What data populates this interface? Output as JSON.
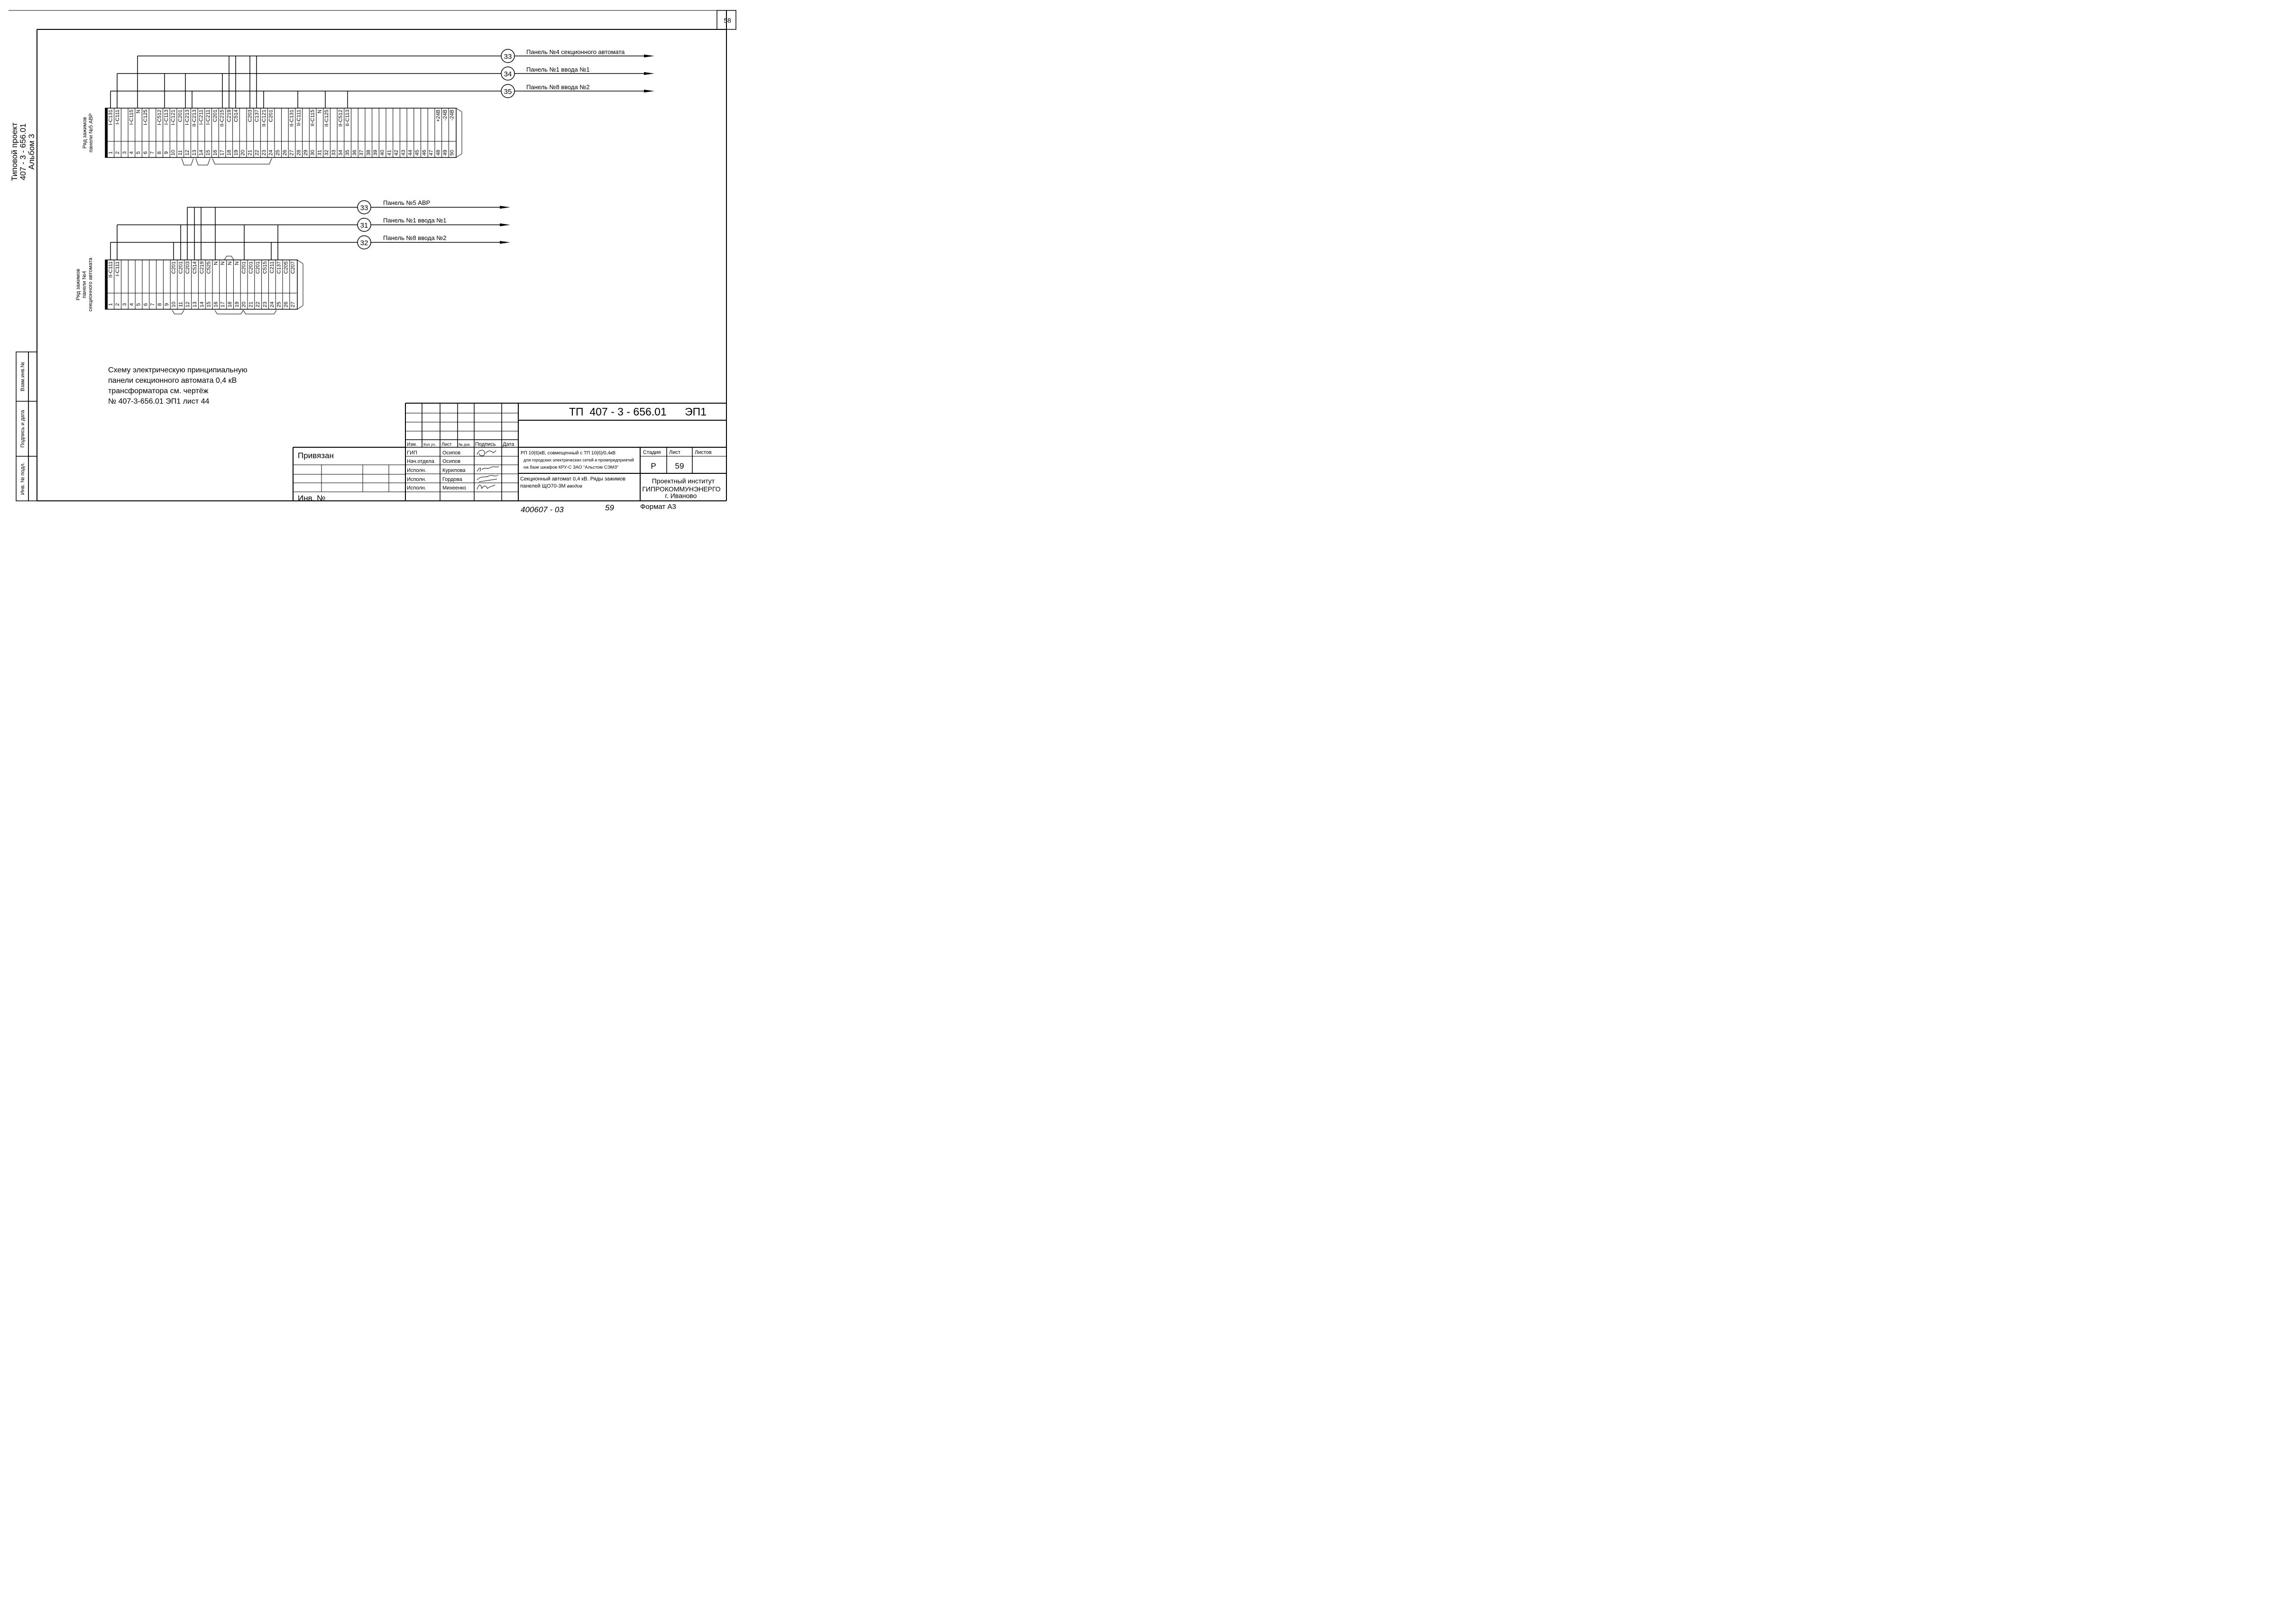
{
  "sheet_number": "58",
  "side_left": {
    "line1": "Типовой проект",
    "line2": "407 - 3 - 656.01",
    "line3": "Альбом 3"
  },
  "side_stamp": {
    "vzam": "Взам.инв.№",
    "podpis": "Подпись и дата",
    "inv": "Инв. № подл."
  },
  "block1": {
    "label_line1": "Ряд зажимов",
    "label_line2": "панели №5 АВР",
    "wires": [
      "I-С131",
      "I-С111",
      "",
      "I-С115",
      "N",
      "I-С125",
      "",
      "I-С512",
      "I-С113",
      "I-С121",
      "С201",
      "I-С213",
      "II-С213",
      "I-С211",
      "I-С211",
      "С201",
      "II-С215",
      "С219",
      "С514",
      "",
      "С203",
      "С137",
      "II-С121",
      "С201",
      "",
      "",
      "II-С131",
      "II-С111",
      "",
      "II-С115",
      "N",
      "II-С125",
      "",
      "II-С512",
      "II-С113",
      "",
      "",
      "",
      "",
      "",
      "",
      "",
      "",
      "",
      "",
      "",
      "",
      "+24В",
      "-24В",
      "-24В"
    ],
    "numbers": [
      "1",
      "2",
      "3",
      "4",
      "5",
      "6",
      "7",
      "8",
      "9",
      "10",
      "11",
      "12",
      "13",
      "14",
      "15",
      "16",
      "17",
      "18",
      "19",
      "20",
      "21",
      "22",
      "23",
      "24",
      "25",
      "26",
      "27",
      "28",
      "29",
      "30",
      "31",
      "32",
      "33",
      "34",
      "35",
      "36",
      "37",
      "38",
      "39",
      "40",
      "41",
      "42",
      "43",
      "44",
      "45",
      "46",
      "47",
      "48",
      "49",
      "50"
    ],
    "connections": [
      {
        "num": "33",
        "label": "Панель №4 секционного автомата"
      },
      {
        "num": "34",
        "label": "Панель №1 ввода №1"
      },
      {
        "num": "35",
        "label": "Панель №8 ввода №2"
      }
    ]
  },
  "block2": {
    "label_line1": "Ряд зажимов",
    "label_line2": "панели №4",
    "label_line3": "секционного автомата",
    "wires": [
      "II-С111",
      "I-С111",
      "",
      "",
      "",
      "",
      "",
      "",
      "",
      "С201",
      "С201",
      "С203",
      "С514",
      "С219",
      "С525",
      "N",
      "N",
      "N",
      "N",
      "С201",
      "С201",
      "С201",
      "С515",
      "С211",
      "С137",
      "С205",
      "С207"
    ],
    "numbers": [
      "1",
      "2",
      "3",
      "4",
      "5",
      "6",
      "7",
      "8",
      "9",
      "10",
      "11",
      "12",
      "13",
      "14",
      "15",
      "16",
      "17",
      "18",
      "19",
      "20",
      "21",
      "22",
      "23",
      "24",
      "25",
      "26",
      "27"
    ],
    "connections": [
      {
        "num": "33",
        "label": "Панель №5 АВР"
      },
      {
        "num": "31",
        "label": "Панель №1 ввода №1"
      },
      {
        "num": "32",
        "label": "Панель №8 ввода №2"
      }
    ]
  },
  "note": {
    "line1": "Схему электрическую принципиальную",
    "line2": "панели секционного автомата 0,4 кВ",
    "line3": "трансформатора см. чертёж",
    "line4": "№ 407-3-656.01 ЭП1 лист 44"
  },
  "title_block": {
    "code": "ТП  407 - 3 - 656.01      ЭП1",
    "headers": {
      "izm": "Изм.",
      "kolu": "Кол уч.",
      "list": "Лист",
      "ndok": "№ док.",
      "podpis": "Подпись",
      "data": "Дата"
    },
    "roles": [
      {
        "role": "ГИП",
        "name": "Осипов"
      },
      {
        "role": "Нач.отдела",
        "name": "Осипов"
      },
      {
        "role": "Исполн.",
        "name": "Курилова"
      },
      {
        "role": "Исполн.",
        "name": "Гордова"
      },
      {
        "role": "Исполн.",
        "name": "Михеенко"
      }
    ],
    "desc1": "РП 10(6)кВ, совмещенный с ТП 10(6)/0,4кВ",
    "desc2": "для городских электрических сетей и промпредприятий",
    "desc3": "на базе шкафов КРУ-С ЗАО \"Альстом СЭМЗ\"",
    "desc4": "Секционный автомат 0,4 кВ. Ряды зажимов",
    "desc5": "панелей ЩО70-3М",
    "desc5_hand": "вводов",
    "stage_h": "Стадия",
    "list_h": "Лист",
    "listov_h": "Листов",
    "stage": "Р",
    "list": "59",
    "org1": "Проектный институт",
    "org2": "ГИПРОКОММУНЭНЕРГО",
    "org3": "г. Иваново",
    "privyazan": "Привязан",
    "inv": "Инв. №",
    "format": "Формат А3",
    "handwritten_code": "400607 - 03",
    "handwritten_sheet": "59"
  }
}
